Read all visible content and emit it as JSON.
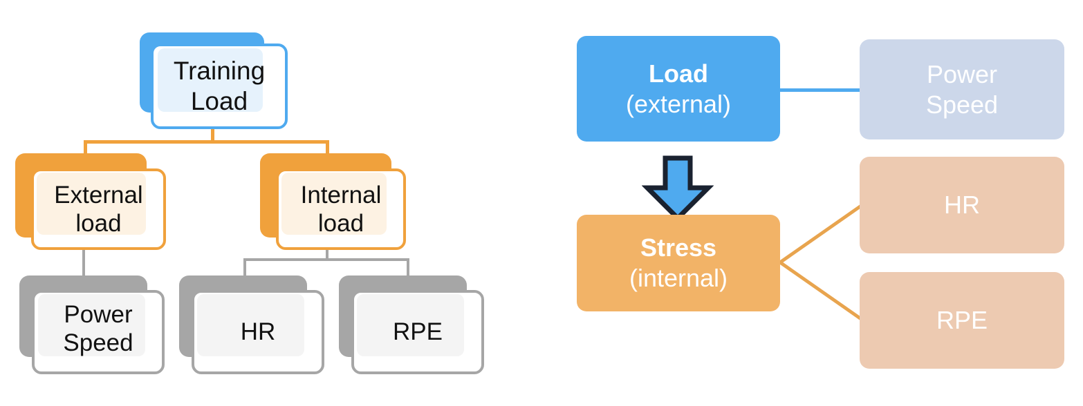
{
  "colors": {
    "blue": "#4FAAEF",
    "blue_inner": "#E6F2FC",
    "orange": "#F0A13C",
    "orange_inner": "#FDF2E3",
    "gray": "#A6A6A6",
    "gray_inner": "#F4F4F4",
    "gray_border": "#A6A6A6",
    "flow_blue": "#4FAAEF",
    "flow_blue_light": "#CCD7EA",
    "flow_orange": "#F2B367",
    "flow_orange_light": "#EDCAB1",
    "arrow_outline": "#1A2230",
    "white": "#FFFFFF",
    "text_dark": "#111111"
  },
  "left_diagram": {
    "name": "training-load-tree",
    "nodes": [
      {
        "id": "training-load",
        "lines": [
          "Training",
          "Load"
        ],
        "tone": "blue"
      },
      {
        "id": "external-load",
        "lines": [
          "External",
          "load"
        ],
        "tone": "orange"
      },
      {
        "id": "internal-load",
        "lines": [
          "Internal",
          "load"
        ],
        "tone": "orange"
      },
      {
        "id": "power-speed",
        "lines": [
          "Power",
          "Speed"
        ],
        "tone": "gray"
      },
      {
        "id": "hr",
        "lines": [
          "HR"
        ],
        "tone": "gray"
      },
      {
        "id": "rpe",
        "lines": [
          "RPE"
        ],
        "tone": "gray"
      }
    ]
  },
  "right_diagram": {
    "name": "load-stress-flow",
    "nodes": [
      {
        "id": "load-external",
        "line1": "Load",
        "line2": "(external)",
        "tone": "flow_blue"
      },
      {
        "id": "power-speed-out",
        "line1": "Power",
        "line2": "Speed",
        "tone": "flow_blue_light"
      },
      {
        "id": "stress-internal",
        "line1": "Stress",
        "line2": "(internal)",
        "tone": "flow_orange"
      },
      {
        "id": "hr-out",
        "line1": "HR",
        "line2": "",
        "tone": "flow_orange_light"
      },
      {
        "id": "rpe-out",
        "line1": "RPE",
        "line2": "",
        "tone": "flow_orange_light"
      }
    ],
    "arrow": {
      "id": "down-arrow",
      "direction": "down"
    }
  }
}
